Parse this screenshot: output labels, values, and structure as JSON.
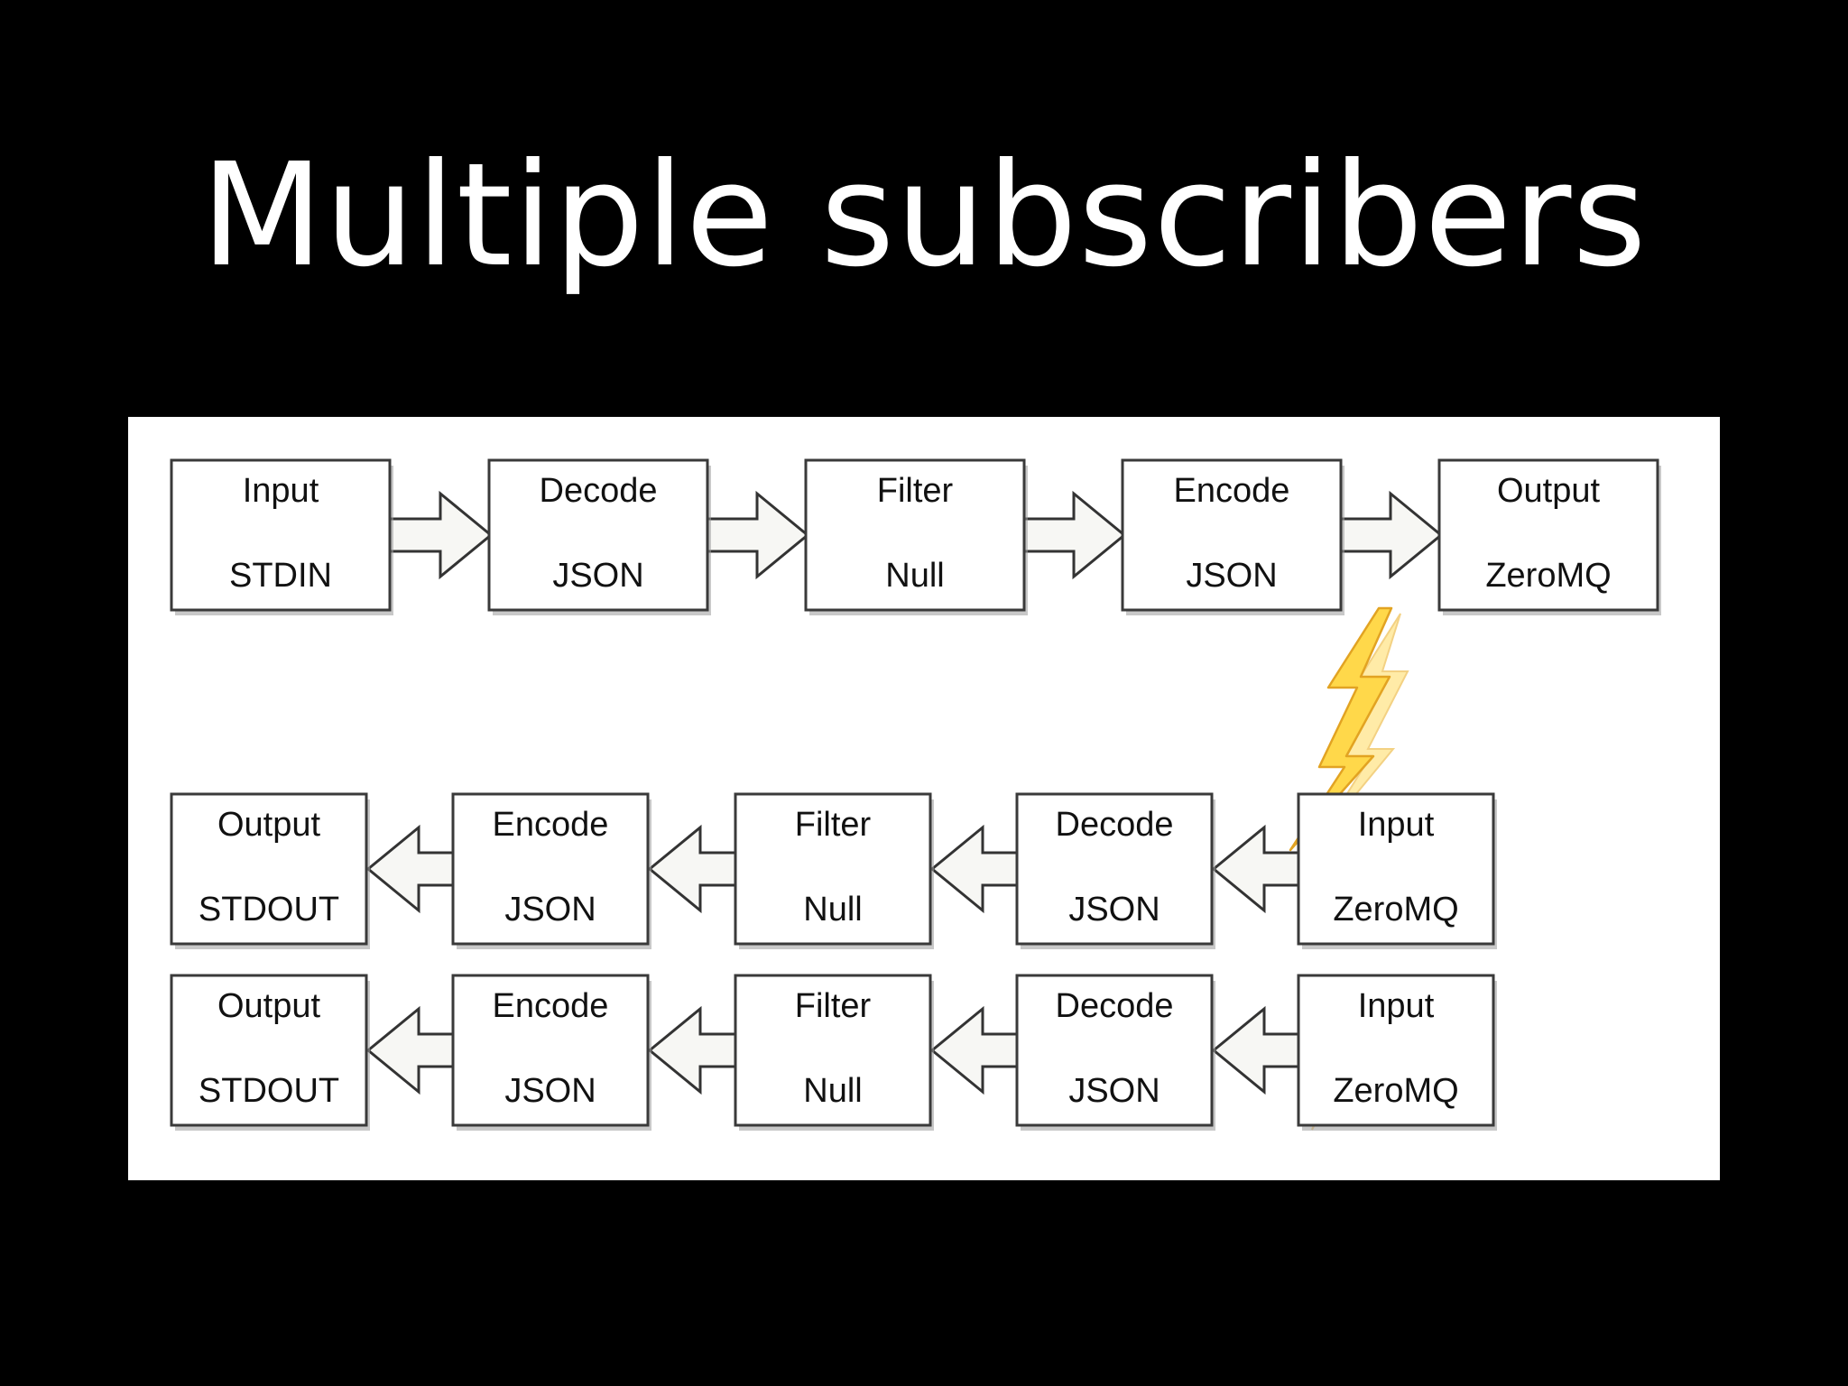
{
  "slide": {
    "title": "Multiple subscribers"
  },
  "diagram": {
    "publisher_row": [
      {
        "name": "Input",
        "value": "STDIN"
      },
      {
        "name": "Decode",
        "value": "JSON"
      },
      {
        "name": "Filter",
        "value": "Null"
      },
      {
        "name": "Encode",
        "value": "JSON"
      },
      {
        "name": "Output",
        "value": "ZeroMQ"
      }
    ],
    "subscriber_rows": [
      [
        {
          "name": "Output",
          "value": "STDOUT"
        },
        {
          "name": "Encode",
          "value": "JSON"
        },
        {
          "name": "Filter",
          "value": "Null"
        },
        {
          "name": "Decode",
          "value": "JSON"
        },
        {
          "name": "Input",
          "value": "ZeroMQ"
        }
      ],
      [
        {
          "name": "Output",
          "value": "STDOUT"
        },
        {
          "name": "Encode",
          "value": "JSON"
        },
        {
          "name": "Filter",
          "value": "Null"
        },
        {
          "name": "Decode",
          "value": "JSON"
        },
        {
          "name": "Input",
          "value": "ZeroMQ"
        }
      ]
    ],
    "connector_icon": "lightning-bolt-icon",
    "colors": {
      "bolt_fill": "#ffd84a",
      "bolt_stroke": "#e2a322"
    }
  }
}
